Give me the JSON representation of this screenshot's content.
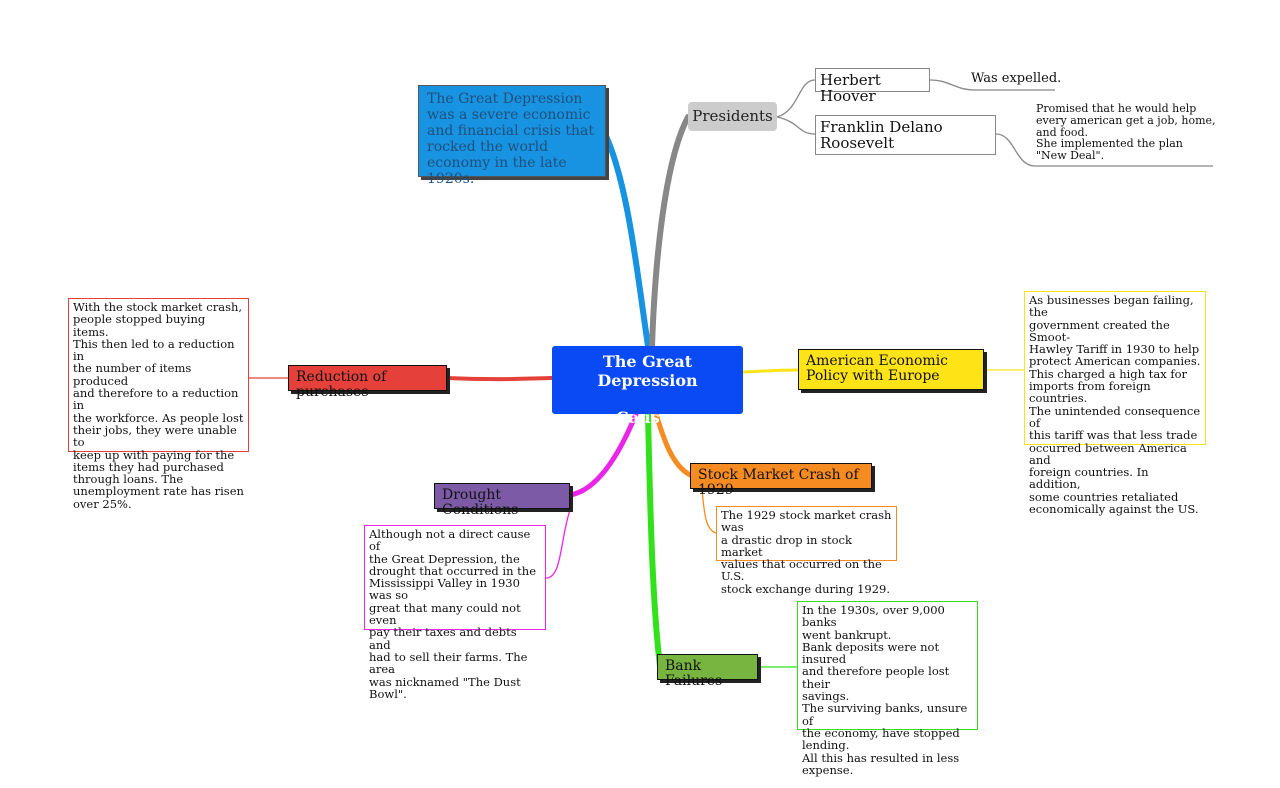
{
  "center": {
    "line1": "The Great Depression",
    "line2": "Causes"
  },
  "intro": "The Great Depression was a severe economic and financial crisis that rocked the world economy in the late 1920s.",
  "presidents": {
    "label": "Presidents",
    "hoover": {
      "name": "Herbert Hoover",
      "note": "Was expelled."
    },
    "fdr": {
      "name": "Franklin Delano Roosevelt",
      "note": "Promised that he would help every american get a job, home, and food.\nShe implemented the plan \"New Deal\"."
    }
  },
  "branches": {
    "reduction": {
      "label": "Reduction of purchases",
      "note": "With the stock market crash,\npeople stopped buying items.\nThis then led to a reduction in\nthe number of items produced\nand therefore to a reduction in\nthe workforce.  As people lost\ntheir jobs, they were unable to\nkeep up with paying for the\nitems they had purchased\nthrough loans.  The\nunemployment rate has risen\nover 25%.",
      "color": "#e5403a"
    },
    "policy": {
      "label": "American Economic Policy with Europe",
      "note": "As businesses began failing, the\ngovernment created the Smoot-\nHawley Tariff in 1930 to help\nprotect American companies.\nThis charged a high tax for\nimports from foreign countries.\nThe unintended consequence of\nthis tariff was that less trade\noccurred between America and\nforeign countries. In addition,\nsome countries retaliated\neconomically against the US.",
      "color": "#fee417"
    },
    "crash": {
      "label": "Stock Market Crash of 1929",
      "note": "The 1929 stock market crash was\na drastic drop in stock market\nvalues that occurred on the U.S.\nstock exchange during 1929.",
      "color": "#f68b21"
    },
    "drought": {
      "label": "Drought Conditions",
      "note": "Although not a direct cause of\nthe Great Depression, the\ndrought that occurred in the\nMississippi Valley in 1930 was so\ngreat that many could not even\npay their taxes and debts and\nhad to sell their farms.  The area\nwas nicknamed \"The Dust Bowl\".",
      "color": "#ea25e8"
    },
    "banks": {
      "label": "Bank Failures",
      "note": "In the 1930s, over 9,000 banks\nwent bankrupt.\nBank deposits were not insured\nand therefore people lost their\nsavings.\nThe surviving banks, unsure of\nthe economy, have stopped\nlending.\nAll this has resulted in less\nexpense.",
      "color": "#33e01c"
    }
  }
}
